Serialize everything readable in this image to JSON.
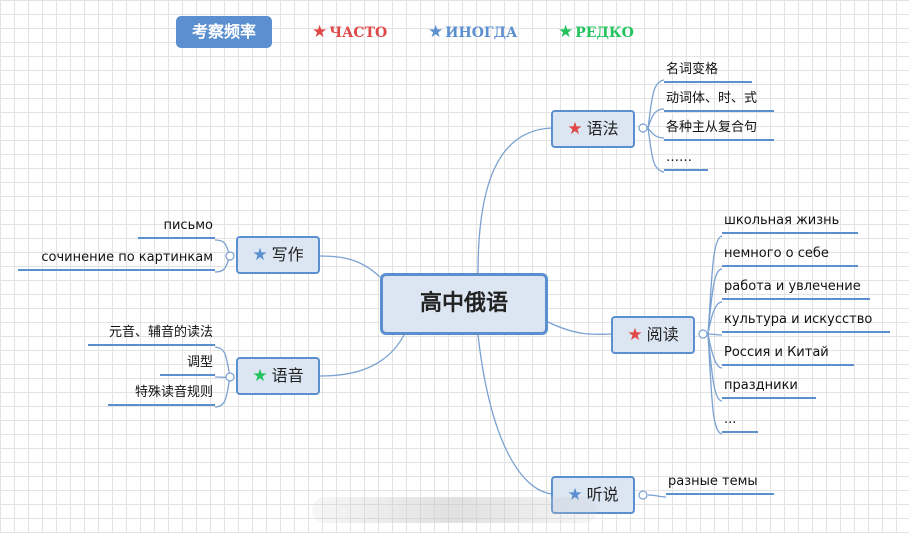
{
  "legend": {
    "title": "考察频率",
    "items": [
      {
        "label": "ЧАСТО",
        "color": "#e04848"
      },
      {
        "label": "ИНОГДА",
        "color": "#5b8fcf"
      },
      {
        "label": "РЕДКО",
        "color": "#22c35e"
      }
    ]
  },
  "colors": {
    "accent": "#5b8fcf",
    "node_fill": "#dce6f2",
    "connector": "#7aa1d2"
  },
  "central": {
    "label": "高中俄语"
  },
  "branches": {
    "grammar": {
      "label": "语法",
      "star_color": "#e04848",
      "items": [
        "名词变格",
        "动词体、时、式",
        "各种主从复合句",
        "……"
      ]
    },
    "reading": {
      "label": "阅读",
      "star_color": "#e04848",
      "items": [
        "школьная жизнь",
        "немного о себе",
        "работа и увлечение",
        "культура и искусство",
        "Россия и Китай",
        "праздники",
        "..."
      ]
    },
    "listening": {
      "label": "听说",
      "star_color": "#5b8fcf",
      "items": [
        "разные темы"
      ]
    },
    "writing": {
      "label": "写作",
      "star_color": "#5b8fcf",
      "items": [
        "письмо",
        "сочинение по картинкам"
      ]
    },
    "phonetics": {
      "label": "语音",
      "star_color": "#22c35e",
      "items": [
        "元音、辅音的读法",
        "调型",
        "特殊读音规则"
      ]
    }
  }
}
